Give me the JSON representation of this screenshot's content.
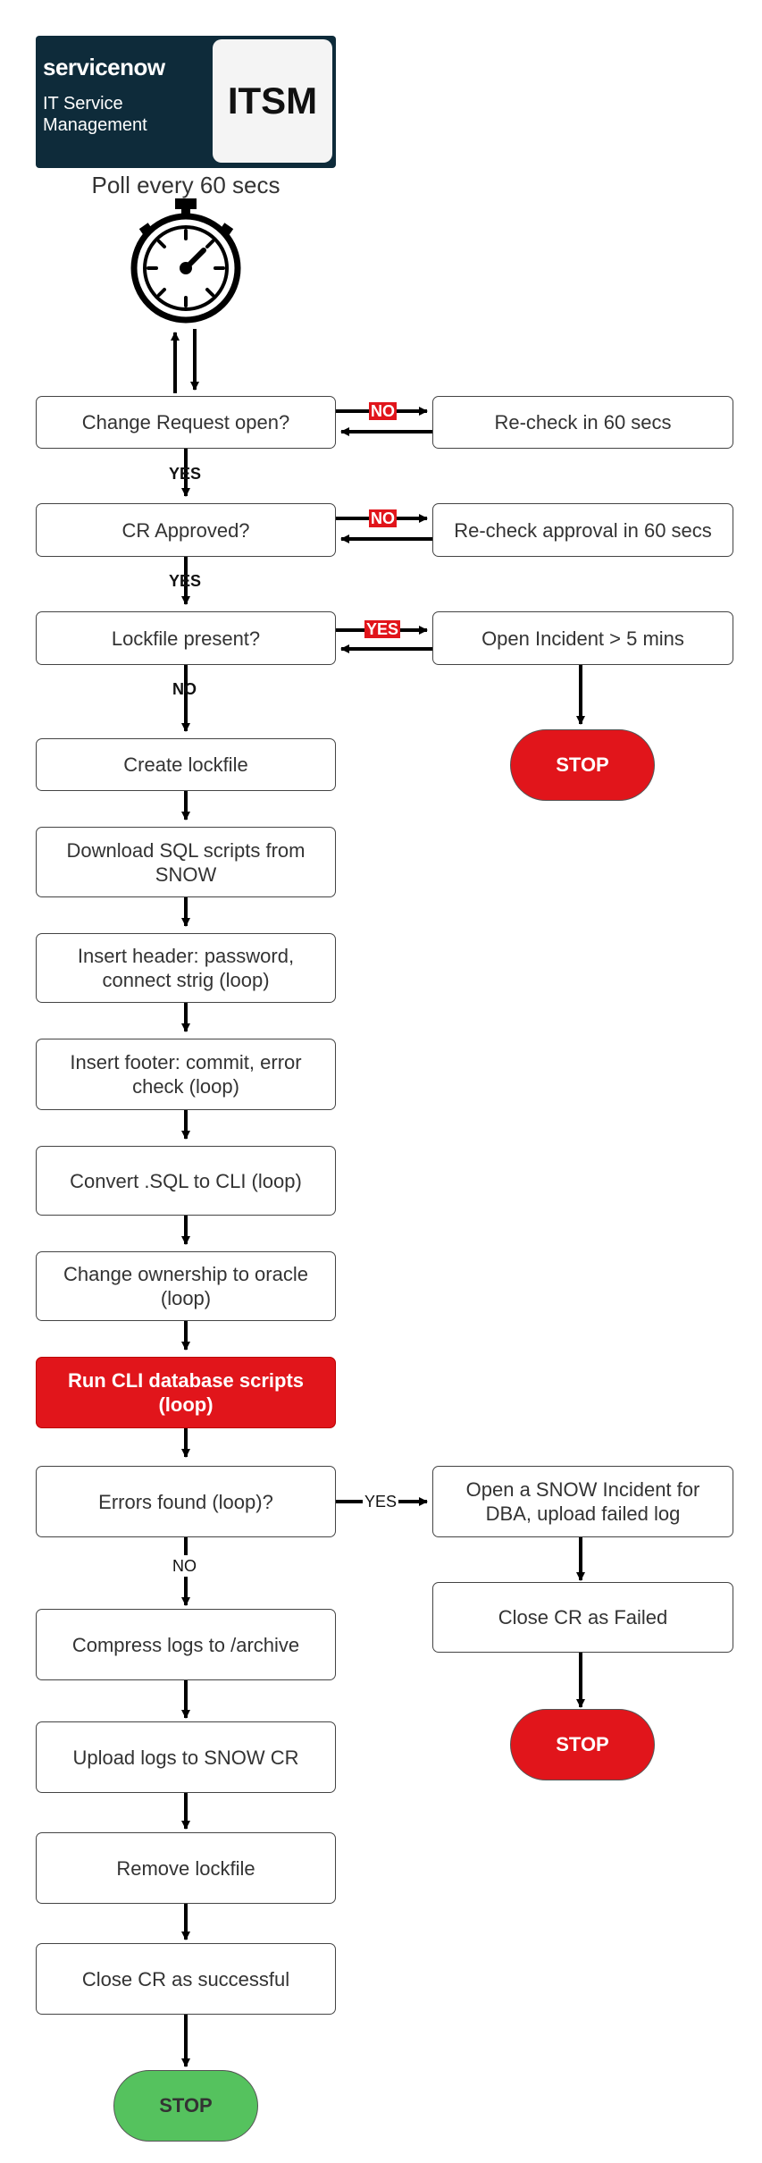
{
  "logo": {
    "brand": "servicenow",
    "subtitle": "IT Service Management",
    "product": "ITSM"
  },
  "poll_label": "Poll every 60 secs",
  "nodes": {
    "cr_open": "Change Request open?",
    "recheck_60": "Re-check in 60 secs",
    "cr_approved": "CR Approved?",
    "recheck_approval": "Re-check approval in 60 secs",
    "lockfile_present": "Lockfile present?",
    "open_incident": "Open Incident > 5 mins",
    "stop_1": "STOP",
    "create_lockfile": "Create lockfile",
    "download_sql": "Download SQL scripts from SNOW",
    "insert_header": "Insert header: password, connect strig (loop)",
    "insert_footer": "Insert footer: commit, error check (loop)",
    "convert_sql": "Convert .SQL to CLI (loop)",
    "change_ownership": "Change ownership to oracle (loop)",
    "run_cli": "Run CLI database scripts (loop)",
    "errors_found": "Errors found (loop)?",
    "open_snow_incident": "Open a SNOW Incident for DBA, upload failed log",
    "close_failed": "Close CR as Failed",
    "stop_2": "STOP",
    "compress_logs": "Compress logs to /archive",
    "upload_logs": "Upload logs to SNOW CR",
    "remove_lockfile": "Remove lockfile",
    "close_success": "Close CR as successful",
    "stop_3": "STOP"
  },
  "edge_labels": {
    "no_1": "NO",
    "yes_1": "YES",
    "no_2": "NO",
    "yes_2": "YES",
    "yes_3": "YES",
    "no_3": "NO",
    "yes_4": "YES",
    "no_4": "NO"
  },
  "colors": {
    "accent_red": "#e1151b",
    "stop_green": "#55c25e",
    "logo_navy": "#0e2b3a"
  }
}
